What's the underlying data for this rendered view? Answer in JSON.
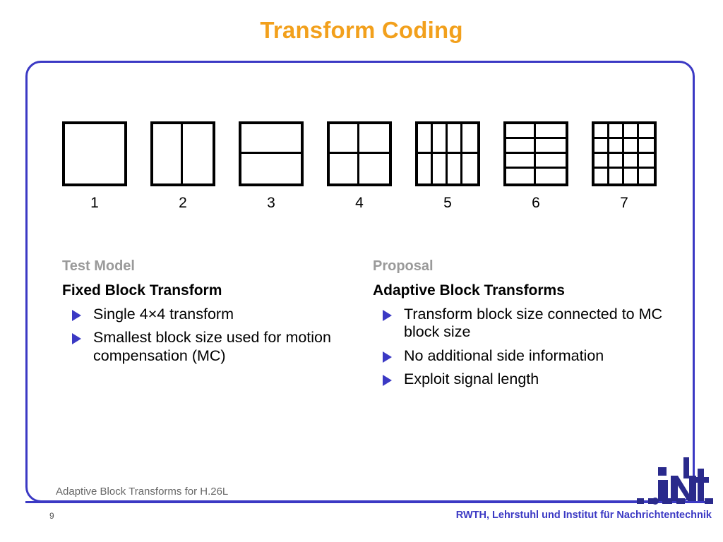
{
  "slide": {
    "title": "Transform Coding",
    "title_color": "#f2a01c",
    "frame_color": "#3b39c4",
    "page_number": "9"
  },
  "blocks": {
    "items": [
      {
        "label": "1",
        "cols": 1,
        "rows": 1,
        "name": "block-1x1"
      },
      {
        "label": "2",
        "cols": 2,
        "rows": 1,
        "name": "block-2x1"
      },
      {
        "label": "3",
        "cols": 1,
        "rows": 2,
        "name": "block-1x2"
      },
      {
        "label": "4",
        "cols": 2,
        "rows": 2,
        "name": "block-2x2"
      },
      {
        "label": "5",
        "cols": 4,
        "rows": 2,
        "name": "block-4x2"
      },
      {
        "label": "6",
        "cols": 2,
        "rows": 4,
        "name": "block-2x4"
      },
      {
        "label": "7",
        "cols": 4,
        "rows": 4,
        "name": "block-4x4"
      }
    ]
  },
  "columns": {
    "left": {
      "eyebrow": "Test Model",
      "heading": "Fixed Block Transform",
      "bullets": [
        "Single 4×4 transform",
        "Smallest block size used for motion compensation (MC)"
      ]
    },
    "right": {
      "eyebrow": "Proposal",
      "heading": "Adaptive Block Transforms",
      "bullets": [
        "Transform block size connected to MC block size",
        "No additional side information",
        "Exploit signal length"
      ]
    }
  },
  "footer": {
    "note": "Adaptive Block Transforms for H.26L",
    "institute": "RWTH, Lehrstuhl und Institut für Nachrichtentechnik",
    "logo_alt": "ient-logo"
  }
}
